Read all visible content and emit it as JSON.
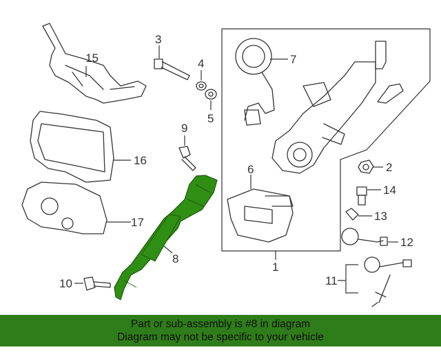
{
  "callouts": {
    "c1": "1",
    "c2": "2",
    "c3": "3",
    "c4": "4",
    "c5": "5",
    "c6": "6",
    "c7": "7",
    "c8": "8",
    "c9": "9",
    "c10": "10",
    "c11": "11",
    "c12": "12",
    "c13": "13",
    "c14": "14",
    "c15": "15",
    "c16": "16",
    "c17": "17"
  },
  "highlight": {
    "part": "8",
    "color": "#2f8f14"
  },
  "banner": {
    "line1": "Part or sub-assembly is #8 in diagram",
    "line2": "Diagram may not be specific to your vehicle",
    "color": "#2f7d1a"
  }
}
